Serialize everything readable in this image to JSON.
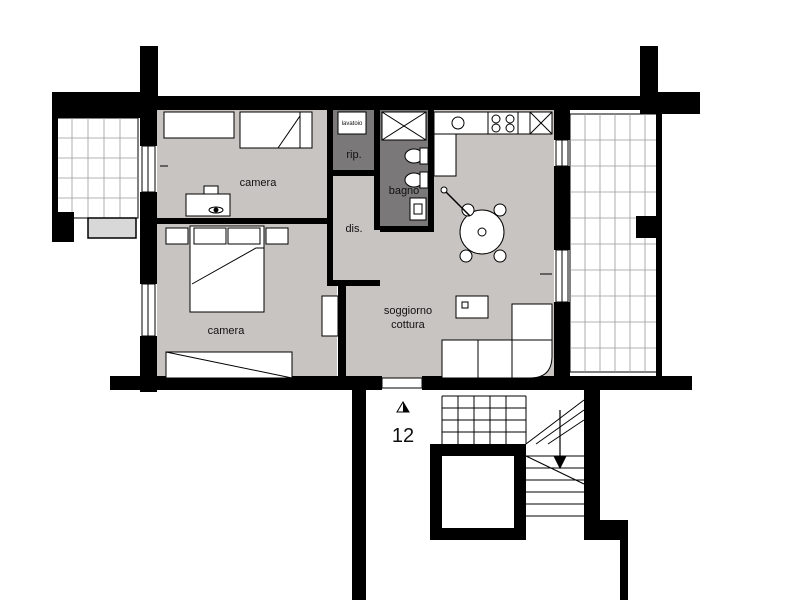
{
  "rooms": {
    "camera_1": "camera",
    "camera_2": "camera",
    "ripostiglio": "rip.",
    "disimpegno": "dis.",
    "bagno": "bagno",
    "soggiorno_line1": "soggiorno",
    "soggiorno_line2": "cottura"
  },
  "fixtures": {
    "lavatoio": "lavatoio"
  },
  "unit_number": "12",
  "colors": {
    "wall": "#000000",
    "floor": "#c8c4c2",
    "bath_floor": "#7a7878",
    "terrace": "#ffffff",
    "tile_line": "#9a9a9a"
  }
}
